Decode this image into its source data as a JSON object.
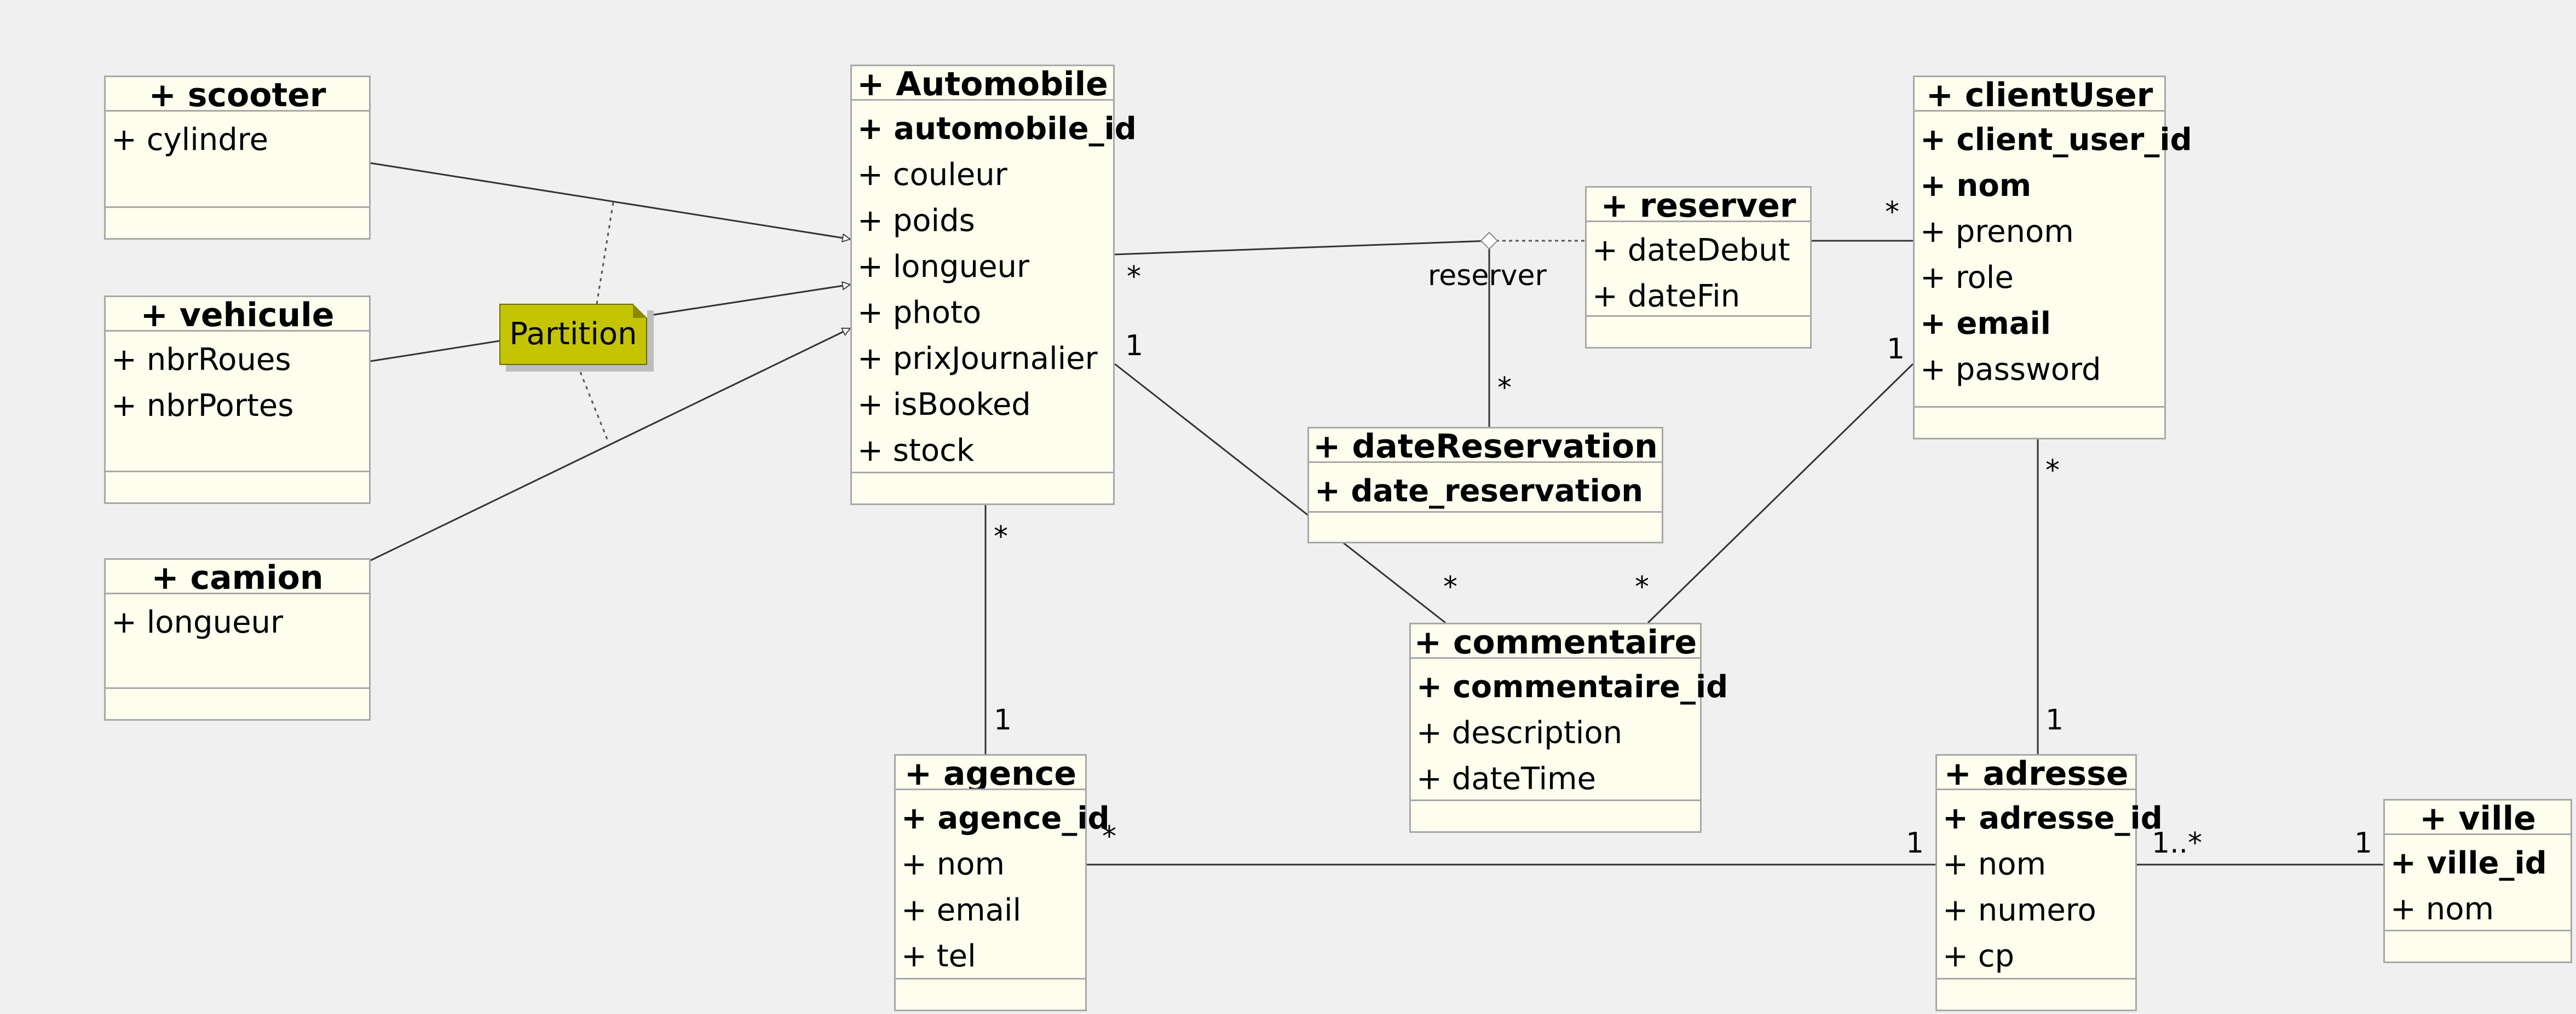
{
  "classes": {
    "scooter": {
      "title": "+ scooter",
      "attrs": [
        "+ cylindre"
      ]
    },
    "vehicule": {
      "title": "+ vehicule",
      "attrs": [
        "+ nbrRoues",
        "+ nbrPortes"
      ]
    },
    "camion": {
      "title": "+ camion",
      "attrs": [
        "+ longueur"
      ]
    },
    "automobile": {
      "title": "+ Automobile",
      "attrs": [
        "+ automobile_id",
        "+ couleur",
        "+ poids",
        "+ longueur",
        "+ photo",
        "+ prixJournalier",
        "+ isBooked",
        "+ stock"
      ]
    },
    "reserver": {
      "title": "+ reserver",
      "attrs": [
        "+ dateDebut",
        "+ dateFin"
      ]
    },
    "clientUser": {
      "title": "+ clientUser",
      "attrs": [
        "+ client_user_id",
        "+ nom",
        "+ prenom",
        "+ role",
        "+ email",
        "+ password"
      ]
    },
    "dateReservation": {
      "title": "+ dateReservation",
      "attrs": [
        "+ date_reservation"
      ]
    },
    "commentaire": {
      "title": "+ commentaire",
      "attrs": [
        "+ commentaire_id",
        "+ description",
        "+ dateTime"
      ]
    },
    "agence": {
      "title": "+ agence",
      "attrs": [
        "+ agence_id",
        "+ nom",
        "+ email",
        "+ tel"
      ]
    },
    "adresse": {
      "title": "+ adresse",
      "attrs": [
        "+ adresse_id",
        "+ nom",
        "+ numero",
        "+ cp"
      ]
    },
    "ville": {
      "title": "+ ville",
      "attrs": [
        "+ ville_id",
        "+ nom"
      ]
    }
  },
  "note": {
    "text": "Partition"
  },
  "association_name": "reserver",
  "multiplicities": {
    "auto_reserver": "*",
    "client_reserver": "*",
    "daterez_reserver": "*",
    "auto_commentaire": "1",
    "commentaire_auto": "*",
    "commentaire_client": "*",
    "client_commentaire": "1",
    "auto_agence": "*",
    "agence_auto": "1",
    "client_adresse": "*",
    "adresse_client": "1",
    "agence_adresse": "*",
    "adresse_agence": "1",
    "adresse_ville": "1..*",
    "ville_adresse": "1"
  },
  "colors": {
    "class_fill": "#fefeef",
    "class_border": "#a8a8a8",
    "note_fill": "#c4c400",
    "background": "#f0f0f0"
  }
}
